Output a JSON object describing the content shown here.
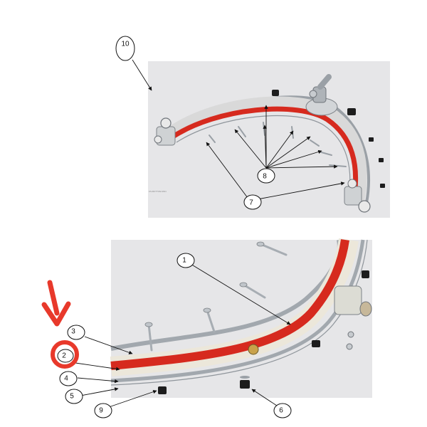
{
  "colors": {
    "panel_background": "#e6e6e8",
    "accent_red": "#d62a1e",
    "highlight_red": "#e8392b",
    "seal_cream": "#f1ece0",
    "metal_light": "#d9d9d9",
    "metal_dark": "#8f959b",
    "bolt_black": "#1d1d1d",
    "line_black": "#111111"
  },
  "figure_top": {
    "callouts": [
      {
        "id": "top-10",
        "label": "10"
      },
      {
        "id": "top-8",
        "label": "8"
      },
      {
        "id": "top-7",
        "label": "7"
      }
    ],
    "watermark": "KS-BOTTOM-PAN"
  },
  "figure_bottom": {
    "callouts": [
      {
        "id": "bot-1",
        "label": "1"
      },
      {
        "id": "bot-3",
        "label": "3"
      },
      {
        "id": "bot-2",
        "label": "2"
      },
      {
        "id": "bot-4",
        "label": "4"
      },
      {
        "id": "bot-5",
        "label": "5"
      },
      {
        "id": "bot-9",
        "label": "9"
      },
      {
        "id": "bot-6",
        "label": "6"
      }
    ],
    "highlight": {
      "marks_callout": "2",
      "indicator": "down-arrow"
    }
  }
}
